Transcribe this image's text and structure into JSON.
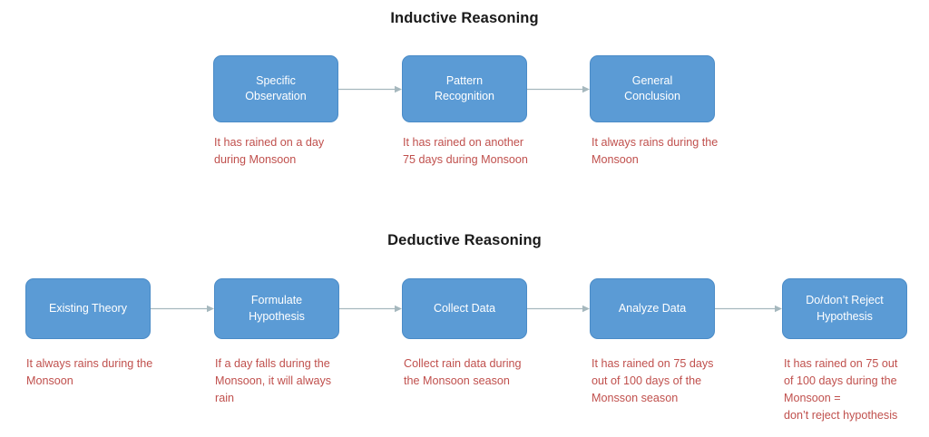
{
  "page": {
    "background_color": "#ffffff",
    "box_fill_color": "#5B9BD5",
    "box_text_color": "#ffffff",
    "caption_color": "#C0504D",
    "arrow_color": "#A6B8BE",
    "title_color": "#1a1a1a"
  },
  "sections": [
    {
      "id": "inductive",
      "title": "Inductive Reasoning",
      "nodes": [
        {
          "label": "Specific\nObservation",
          "caption": "It has rained on a day\nduring Monsoon"
        },
        {
          "label": "Pattern\nRecognition",
          "caption": "It has rained on another\n75 days during Monsoon"
        },
        {
          "label": "General\nConclusion",
          "caption": "It always rains during the\nMonsoon"
        }
      ]
    },
    {
      "id": "deductive",
      "title": "Deductive Reasoning",
      "nodes": [
        {
          "label": "Existing Theory",
          "caption": "It always rains during the\nMonsoon"
        },
        {
          "label": "Formulate\nHypothesis",
          "caption": "If a day falls during the\nMonsoon, it will always\nrain"
        },
        {
          "label": "Collect Data",
          "caption": "Collect rain data during\nthe Monsoon season"
        },
        {
          "label": "Analyze Data",
          "caption": "It has rained on 75 days\nout of 100 days of the\nMonsson season"
        },
        {
          "label": "Do/don’t Reject\nHypothesis",
          "caption": "It has rained on 75 out\nof 100 days during the\nMonsoon =\ndon’t reject hypothesis"
        }
      ]
    }
  ]
}
